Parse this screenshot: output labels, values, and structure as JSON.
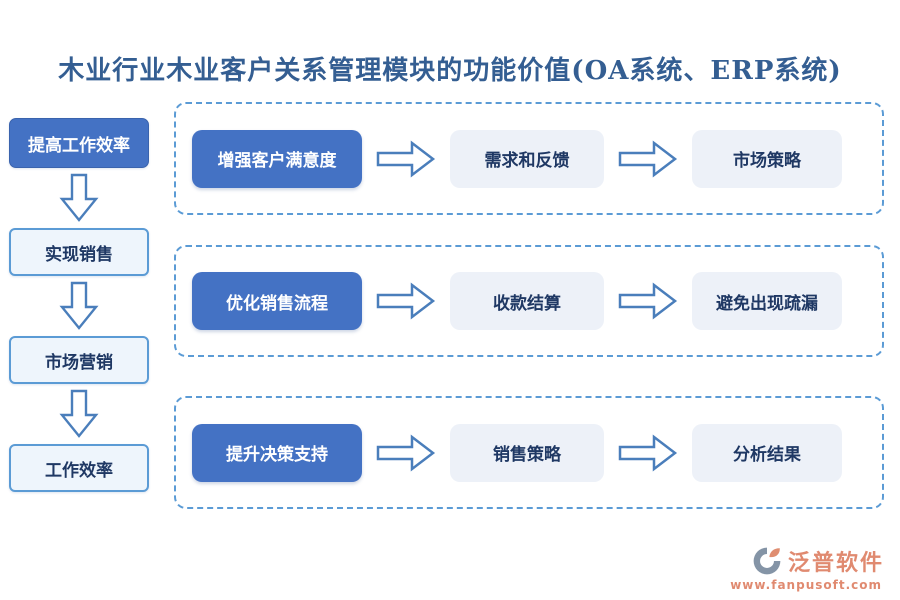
{
  "title": "木业行业木业客户关系管理模块的功能价值(OA系统、ERP系统)",
  "left_flow": [
    {
      "label": "提高工作效率",
      "variant": "primary"
    },
    {
      "label": "实现销售",
      "variant": "outline"
    },
    {
      "label": "市场营销",
      "variant": "outline"
    },
    {
      "label": "工作效率",
      "variant": "outline"
    }
  ],
  "rows": [
    {
      "source": "增强客户满意度",
      "steps": [
        "需求和反馈",
        "市场策略"
      ]
    },
    {
      "source": "优化销售流程",
      "steps": [
        "收款结算",
        "避免出现疏漏"
      ]
    },
    {
      "source": "提升决策支持",
      "steps": [
        "销售策略",
        "分析结果"
      ]
    }
  ],
  "watermark": {
    "brand": "泛普软件",
    "url": "www.fanpusoft.com"
  },
  "colors": {
    "primary_blue": "#4472c4",
    "outline_blue": "#5b9bd5",
    "step_fill": "#edf1f8",
    "left_fill": "#eef5fc",
    "dashed_border": "#5b9bd5",
    "title_text": "#345e92",
    "dark_text": "#1f3864",
    "arrow_stroke": "#4a7ebb",
    "brand_salmon": "#e08a70",
    "logo_gray": "#8494a6"
  }
}
